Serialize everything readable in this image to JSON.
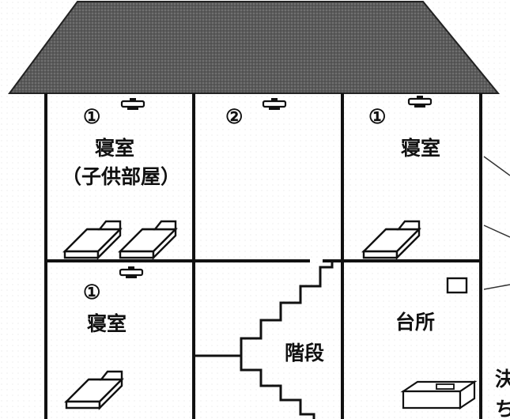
{
  "colors": {
    "roof": "#5a5a5a",
    "wall": "#111111",
    "background": "#ffffff"
  },
  "rooms": {
    "top_left": {
      "number": "①",
      "label_line1": "寝室",
      "label_line2": "（子供部屋）"
    },
    "top_middle": {
      "number": "②"
    },
    "top_right": {
      "number": "①",
      "label": "寝室"
    },
    "bottom_left": {
      "number": "①",
      "label": "寝室"
    },
    "bottom_middle": {
      "label": "階段"
    },
    "bottom_right": {
      "label": "台所"
    }
  },
  "icons": [
    "smoke-detector-icon",
    "bed-icon",
    "stairs-icon",
    "window-icon",
    "stove-icon"
  ],
  "edge_text": {
    "line1": "決",
    "line2": "ち"
  }
}
